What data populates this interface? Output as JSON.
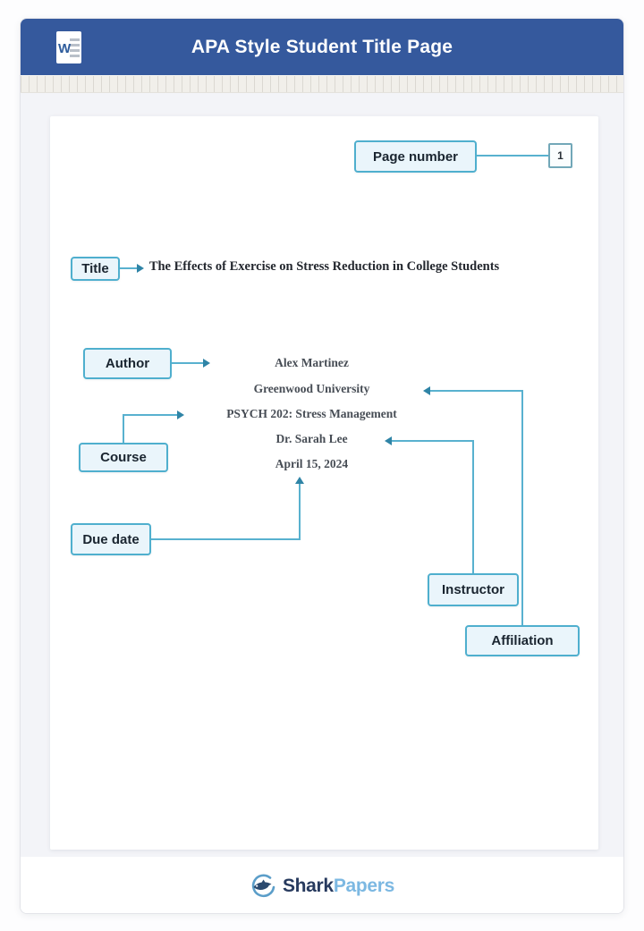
{
  "header": {
    "title": "APA Style Student Title Page",
    "app_icon": "word-document-icon"
  },
  "paper": {
    "page_number": "1",
    "title": "The Effects of Exercise on Stress Reduction in College Students",
    "author": "Alex Martinez",
    "affiliation": "Greenwood University",
    "course": "PSYCH 202: Stress Management",
    "instructor": "Dr. Sarah Lee",
    "due_date": "April 15, 2024"
  },
  "callouts": {
    "page_number": "Page number",
    "title": "Title",
    "author": "Author",
    "course": "Course",
    "due_date": "Due date",
    "instructor": "Instructor",
    "affiliation": "Affiliation"
  },
  "footer": {
    "brand_primary": "Shark",
    "brand_secondary": "Papers",
    "logo_icon": "shark-swirl-icon"
  },
  "colors": {
    "header_bg": "#35599d",
    "callout_border": "#4fafce",
    "callout_bg": "#eaf5fb",
    "connector": "#58b1cf",
    "arrowhead": "#2f84a6",
    "brand_navy": "#273a5e",
    "brand_blue": "#7cb8e2"
  }
}
